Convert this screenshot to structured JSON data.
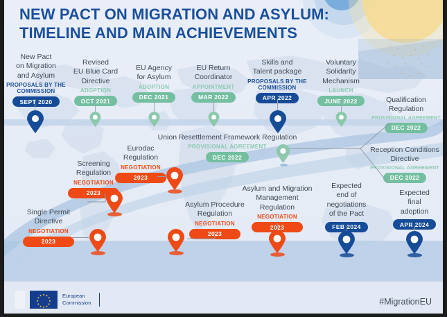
{
  "title": {
    "line1": "NEW PACT ON MIGRATION AND ASYLUM:",
    "line2": "TIMELINE AND MAIN ACHIEVEMENTS",
    "color": "#1b4f9c"
  },
  "colors": {
    "blue": "#164b98",
    "green": "#73bfa0",
    "red": "#ef4a16",
    "text": "#3f4a55",
    "background": "#e8eef7",
    "ribbon": "#b9cee6"
  },
  "milestones": [
    {
      "name": "New Pact\non Migration\nand Asylum",
      "stage": "PROPOSALS BY\nTHE COMMISSION",
      "date": "SEPT 2020",
      "color": "blue",
      "pin": "pin-new-pact"
    },
    {
      "name": "Revised\nEU Blue Card\nDirective",
      "stage": "ADOPTION",
      "date": "OCT 2021",
      "color": "green",
      "pin": "pin-blue-card"
    },
    {
      "name": "EU Agency\nfor Asylum",
      "stage": "ADOPTION",
      "date": "DEC 2021",
      "color": "green",
      "pin": "pin-eu-agency-asylum"
    },
    {
      "name": "EU Return\nCoordinator",
      "stage": "APPOINTMENT",
      "date": "MAR 2022",
      "color": "green",
      "pin": "pin-eu-return-coordinator"
    },
    {
      "name": "Skills and\nTalent package",
      "stage": "PROPOSALS BY THE\nCOMMISSION",
      "date": "APR 2022",
      "color": "blue",
      "pin": "pin-skills-talent"
    },
    {
      "name": "Voluntary\nSolidarity\nMechanism",
      "stage": "LAUNCH",
      "date": "JUNE 2022",
      "color": "green",
      "pin": "pin-voluntary-solidarity"
    },
    {
      "name": "Qualification\nRegulation",
      "stage": "PROVISIONAL AGREEMENT",
      "date": "DEC 2022",
      "color": "green",
      "pin": ""
    },
    {
      "name": "Reception Conditions\nDirective",
      "stage": "PROVISIONAL AGREEMENT",
      "date": "DEC 2022",
      "color": "green",
      "pin": ""
    },
    {
      "name": "Union Resettlement Framework Regulation",
      "stage": "PROVISIONAL AGREEMENT",
      "date": "DEC 2022",
      "color": "green",
      "pin": "pin-union-resettlement"
    },
    {
      "name": "Eurodac\nRegulation",
      "stage": "NEGOTIATION",
      "date": "2023",
      "color": "red",
      "pin": "pin-eurodac"
    },
    {
      "name": "Screening\nRegulation",
      "stage": "NEGOTIATION",
      "date": "2023",
      "color": "red",
      "pin": "pin-screening"
    },
    {
      "name": "Single Permit\nDirective",
      "stage": "NEGOTIATION",
      "date": "2023",
      "color": "red",
      "pin": "pin-single-permit"
    },
    {
      "name": "Asylum Procedure\nRegulation",
      "stage": "NEGOTIATION",
      "date": "2023",
      "color": "red",
      "pin": "pin-asylum-procedure"
    },
    {
      "name": "Asylum and Migration\nManagement\nRegulation",
      "stage": "NEGOTIATION",
      "date": "2023",
      "color": "red",
      "pin": "pin-asylum-migration-management"
    },
    {
      "name": "Expected\nend of\nnegotiations\nof the Pact",
      "stage": "",
      "date": "FEB 2024",
      "color": "blue",
      "pin": "pin-expected-end-negotiations"
    },
    {
      "name": "Expected\nfinal\nadoption",
      "stage": "",
      "date": "APR 2024",
      "color": "blue",
      "pin": "pin-expected-final-adoption"
    }
  ],
  "footer": {
    "org_line1": "European",
    "org_line2": "Commission",
    "hashtag": "#MigrationEU"
  }
}
